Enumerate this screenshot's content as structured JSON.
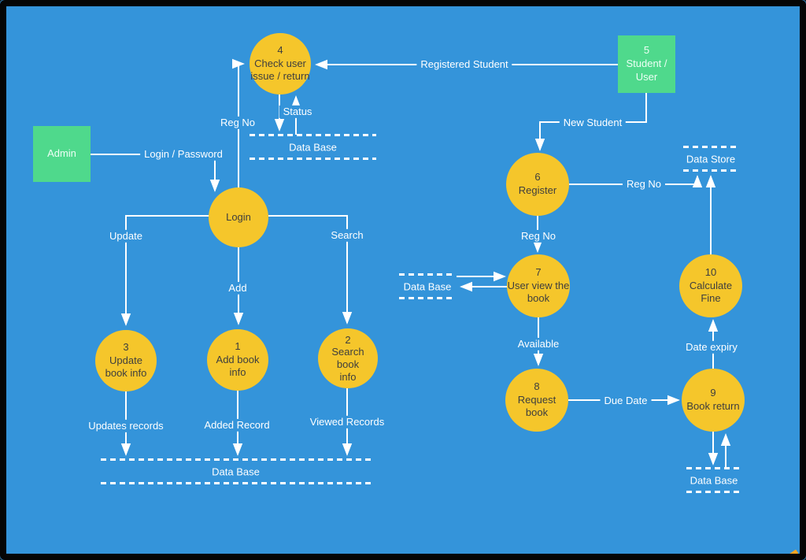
{
  "colors": {
    "background": "#3494DA",
    "frame": "#050505",
    "process_fill": "#F5C62B",
    "entity_fill": "#4FD98C",
    "line": "#FFFFFF",
    "process_text": "#3E3E3E",
    "label_text": "#FFFFFF",
    "watermark": "#F5A623"
  },
  "entities": [
    {
      "id": "admin",
      "text": "Admin"
    },
    {
      "id": "student-user",
      "text": "5\nStudent /\nUser"
    }
  ],
  "processes": [
    {
      "id": "4",
      "text": "4\nCheck user\nissue / return"
    },
    {
      "id": "login",
      "text": "Login"
    },
    {
      "id": "3",
      "text": "3\nUpdate\nbook info"
    },
    {
      "id": "1",
      "text": "1\nAdd book\ninfo"
    },
    {
      "id": "2",
      "text": "2\nSearch\nbook\ninfo"
    },
    {
      "id": "6",
      "text": "6\nRegister"
    },
    {
      "id": "7",
      "text": "7\nUser view the\nbook"
    },
    {
      "id": "8",
      "text": "8\nRequest book"
    },
    {
      "id": "9",
      "text": "9\nBook return"
    },
    {
      "id": "10",
      "text": "10\nCalculate Fine"
    }
  ],
  "datastores": [
    {
      "id": "database-top",
      "label": "Data Base"
    },
    {
      "id": "database-middle-left",
      "label": "Data Base"
    },
    {
      "id": "database-bottom-left",
      "label": "Data Base"
    },
    {
      "id": "datastore-right",
      "label": "Data Store"
    },
    {
      "id": "database-bottom-right",
      "label": "Data Base"
    }
  ],
  "flow_labels": [
    {
      "text": "Login / Password"
    },
    {
      "text": "Reg No"
    },
    {
      "text": "Status"
    },
    {
      "text": "Registered Student"
    },
    {
      "text": "New Student"
    },
    {
      "text": "Reg No"
    },
    {
      "text": "Reg No"
    },
    {
      "text": "Available"
    },
    {
      "text": "Due Date"
    },
    {
      "text": "Date expiry"
    },
    {
      "text": "Update"
    },
    {
      "text": "Add"
    },
    {
      "text": "Search"
    },
    {
      "text": "Updates records"
    },
    {
      "text": "Added Record"
    },
    {
      "text": "Viewed Records"
    }
  ]
}
